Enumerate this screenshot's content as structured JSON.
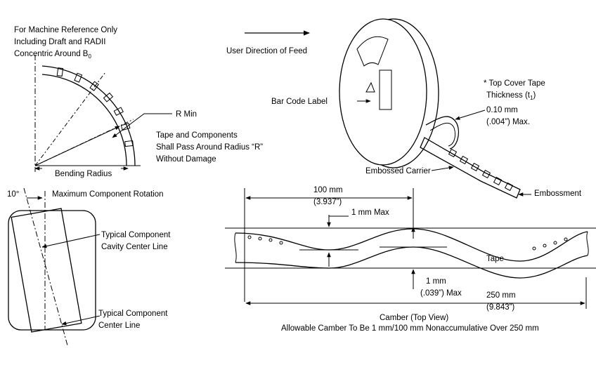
{
  "left_top": {
    "ref_line1": "For Machine Reference Only",
    "ref_line2": "Including Draft and RADII",
    "ref_line3_prefix": "Concentric Around B",
    "ref_line3_sub": "0",
    "r_min": "R Min",
    "pass_line1": "Tape and Components",
    "pass_line2": "Shall Pass Around Radius “R”",
    "pass_line3": "Without Damage",
    "bending_radius": "Bending Radius"
  },
  "left_bottom": {
    "angle": "10°",
    "max_rotation": "Maximum Component Rotation",
    "cavity_line1": "Typical Component",
    "cavity_line2": "Cavity Center Line",
    "center_line1": "Typical Component",
    "center_line2": "Center Line"
  },
  "right_top": {
    "feed_direction": "User Direction of Feed",
    "bar_code": "Bar Code Label",
    "cover_line1": "* Top Cover Tape",
    "cover_line2_prefix": "Thickness (t",
    "cover_line2_sub": "1",
    "cover_line2_suffix": ")",
    "cover_line3": "0.10 mm",
    "cover_line4": "(.004”) Max.",
    "embossed_carrier": "Embossed Carrier",
    "embossment": "Embossment"
  },
  "right_bottom": {
    "dim_100mm": "100 mm",
    "dim_100in": "(3.937”)",
    "max_1mm": "1 mm Max",
    "tape": "Tape",
    "dim_1mm": "1 mm",
    "dim_1in": "(.039”) Max",
    "dim_250mm": "250 mm",
    "dim_250in": "(9.843”)",
    "camber": "Camber (Top View)",
    "allowable": "Allowable Camber To Be 1 mm/100 mm Nonaccumulative Over 250 mm"
  }
}
